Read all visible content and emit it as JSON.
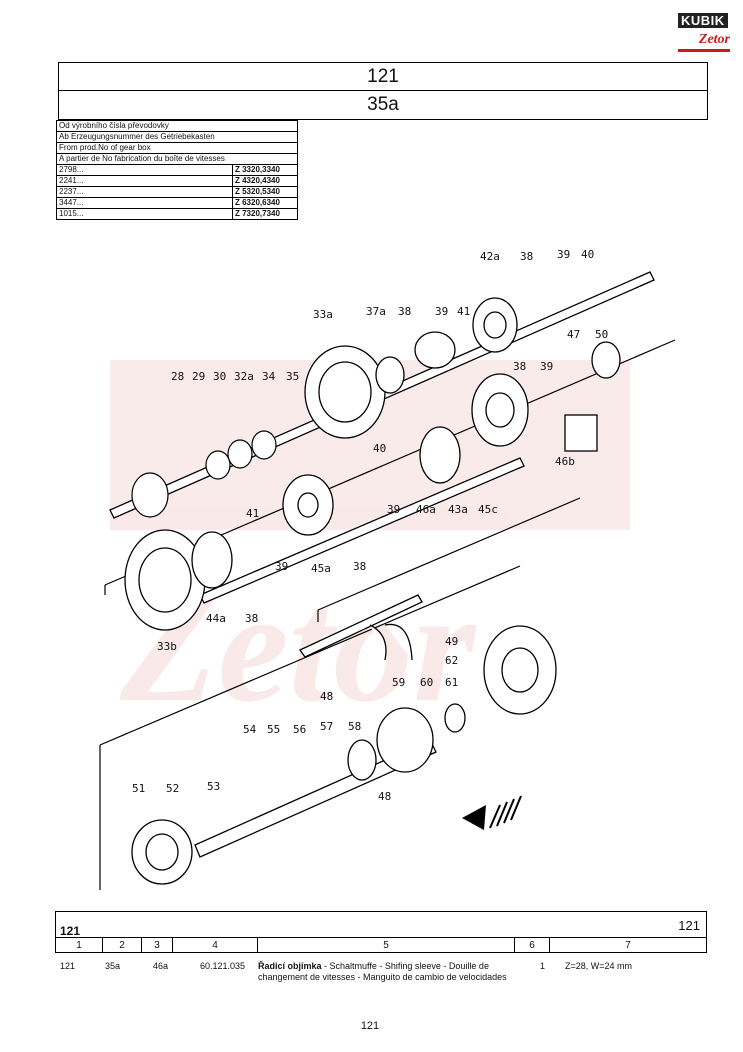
{
  "logo": {
    "brand": "KUBIK",
    "sub": "Zetor"
  },
  "header": {
    "group": "121",
    "sheet": "35a"
  },
  "serial_table": {
    "headers": [
      "Od výrobního čísla převodovky",
      "Ab Erzeugungsnummer des Getriebekasten",
      "From prod.No of gear box",
      "A partier de No fabrication du boîte de vitesses"
    ],
    "rows": [
      {
        "from": "2798...",
        "model": "Z 3320,3340"
      },
      {
        "from": "2241...",
        "model": "Z 4320,4340"
      },
      {
        "from": "2237...",
        "model": "Z 5320,5340"
      },
      {
        "from": "3447...",
        "model": "Z 6320,6340"
      },
      {
        "from": "1015...",
        "model": "Z 7320,7340"
      }
    ]
  },
  "drawing": {
    "labels": [
      "40",
      "39",
      "38",
      "42a",
      "41",
      "39",
      "38",
      "37a",
      "33a",
      "50",
      "47",
      "39",
      "38",
      "28",
      "29",
      "30",
      "32a",
      "34",
      "35",
      "40",
      "46b",
      "39",
      "46a",
      "43a",
      "45c",
      "41",
      "39",
      "45a",
      "38",
      "33b",
      "44a",
      "38",
      "49",
      "62",
      "48",
      "59",
      "60",
      "61",
      "54",
      "55",
      "56",
      "57",
      "58",
      "48",
      "51",
      "52",
      "53"
    ]
  },
  "parts": {
    "group": "121",
    "group_right": "121",
    "columns": [
      "1",
      "2",
      "3",
      "4",
      "5",
      "6",
      "7"
    ],
    "row": {
      "c1": "121",
      "c2": "35a",
      "c3": "46a",
      "c4": "60.121.035",
      "name_bold": "Řadicí objímka",
      "name_rest": " - Schaltmuffe - Shifing sleeve - Douille de changement de vitesses - Manguito de cambio de velocidades",
      "qty": "1",
      "note": "Z=28, W=24 mm"
    }
  },
  "page_number": "121"
}
